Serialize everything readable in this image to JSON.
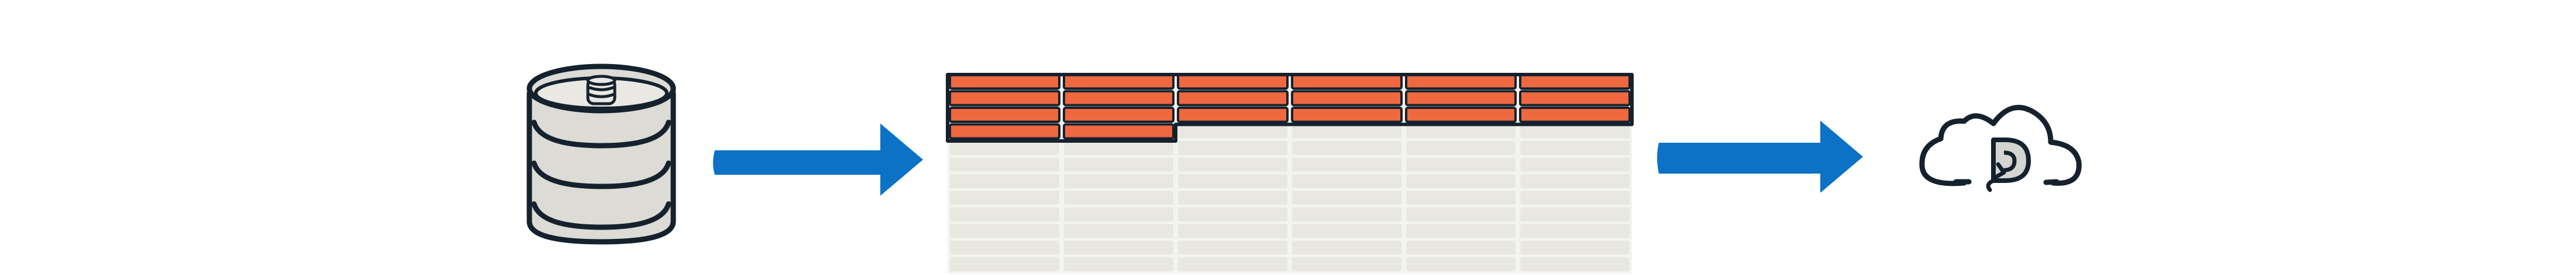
{
  "colors": {
    "background": "#ffffff",
    "outline": "#15222d",
    "database_fill": "#dcdbd6",
    "database_inner": "#e9e8e3",
    "arrow_fill": "#0b72c6",
    "table_highlight": "#ee6840",
    "table_light": "#e8e8e1",
    "cloud_fill": "#ffffff",
    "cloud_icon_fill": "#d4d4d0"
  },
  "icons": {
    "source": "database-icon",
    "flow_1": "arrow-right-icon",
    "table": "table-grid-icon",
    "flow_2": "arrow-right-icon",
    "destination": "cloud-database-icon"
  },
  "table": {
    "columns": 6,
    "rows": 12,
    "highlighted_full_rows": 3,
    "highlighted_partial_row_columns": 2
  }
}
